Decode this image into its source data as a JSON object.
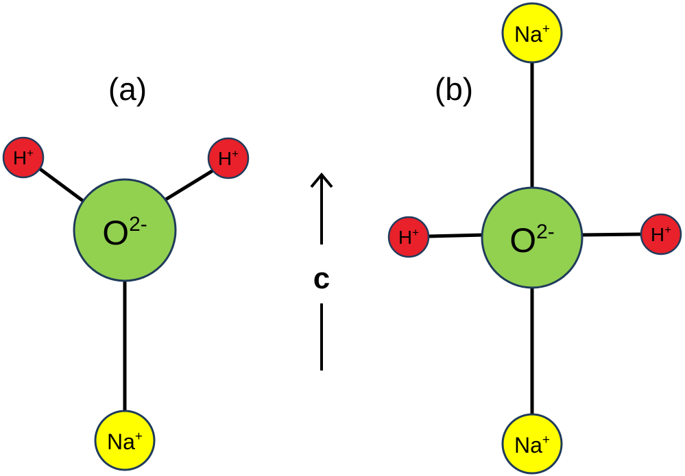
{
  "panel_a": {
    "label": "(a)",
    "oxygen": {
      "base": "O",
      "charge": "2-"
    },
    "hydrogen_left": {
      "base": "H",
      "charge": "+"
    },
    "hydrogen_right": {
      "base": "H",
      "charge": "+"
    },
    "sodium": {
      "base": "Na",
      "charge": "+"
    }
  },
  "panel_b": {
    "label": "(b)",
    "oxygen": {
      "base": "O",
      "charge": "2-"
    },
    "hydrogen_left": {
      "base": "H",
      "charge": "+"
    },
    "hydrogen_right": {
      "base": "H",
      "charge": "+"
    },
    "sodium_top": {
      "base": "Na",
      "charge": "+"
    },
    "sodium_bottom": {
      "base": "Na",
      "charge": "+"
    }
  },
  "axis": {
    "label": "c"
  },
  "colors": {
    "oxygen_fill": "#92d050",
    "hydrogen_fill": "#e8212a",
    "sodium_fill": "#ffff00",
    "outline": "#1f3b5c",
    "bond": "#000000"
  }
}
